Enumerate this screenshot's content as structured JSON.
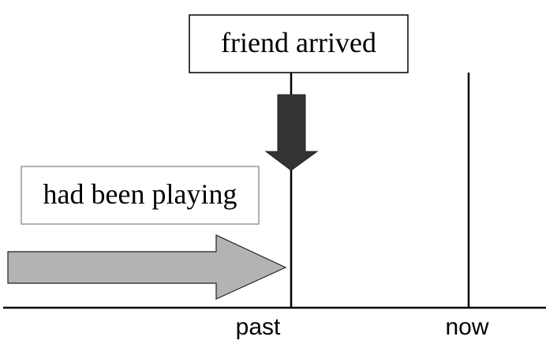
{
  "labels": {
    "event": "friend arrived",
    "action": "had been playing",
    "past": "past",
    "now": "now"
  },
  "colors": {
    "line": "#000000",
    "event_arrow": "#333333",
    "action_arrow": "#b3b3b3",
    "box_border": "#000000",
    "action_box_border": "#999999"
  }
}
